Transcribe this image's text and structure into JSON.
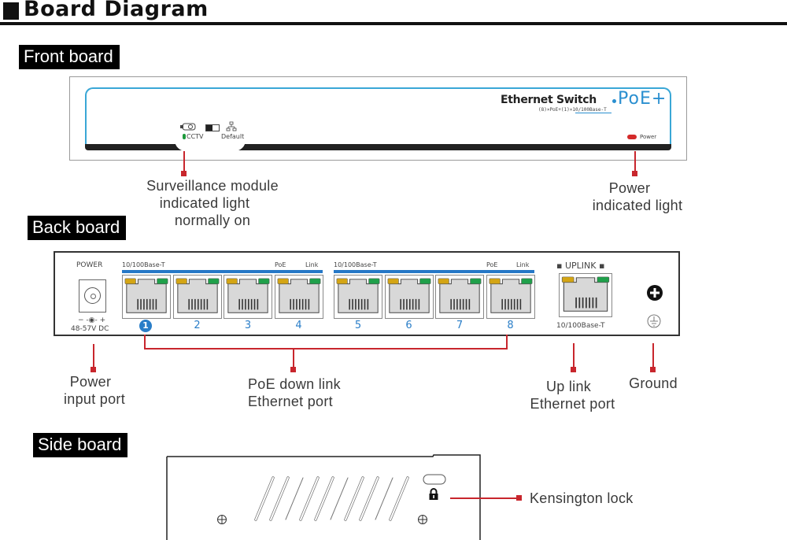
{
  "header": {
    "title": "Board Diagram"
  },
  "sections": {
    "front": "Front board",
    "back": "Back board",
    "side": "Side board"
  },
  "front_board": {
    "brand": "Ethernet Switch",
    "brand_suffix": "PoE+",
    "spec": "(8)×PoE+(1)×10/100Base-T",
    "cctv_label": "CCTV",
    "default_label": "Default",
    "power_label": "Power",
    "colors": {
      "accent": "#3aa7d6",
      "cctv_led": "#1e9a3c",
      "power_led": "#d42a2a"
    }
  },
  "back_board": {
    "power_label": "POWER",
    "voltage": "48-57V DC",
    "polarity": "− -◉- +",
    "group1_speed": "10/100Base-T",
    "group2_speed": "10/100Base-T",
    "poe_label": "PoE",
    "link_label": "Link",
    "uplink_label": "UPLINK",
    "uplink_speed": "10/100Base-T",
    "ports": [
      "1",
      "2",
      "3",
      "4",
      "5",
      "6",
      "7",
      "8"
    ],
    "colors": {
      "poe_led": "#d4a514",
      "link_led": "#1fa04a",
      "port_number": "#2a7ec8",
      "bar": "#2678c6"
    }
  },
  "callouts": {
    "surveillance": [
      "Surveillance module",
      "indicated light",
      "normally on"
    ],
    "power_light": [
      "Power",
      "indicated light"
    ],
    "power_input": [
      "Power",
      "input port"
    ],
    "poe_downlink": [
      "PoE down link",
      "Ethernet port"
    ],
    "uplink": [
      "Up link",
      "Ethernet port"
    ],
    "ground": [
      "Ground"
    ],
    "kensington": [
      "Kensington lock"
    ]
  },
  "colors": {
    "leader_line": "#c8262d"
  }
}
